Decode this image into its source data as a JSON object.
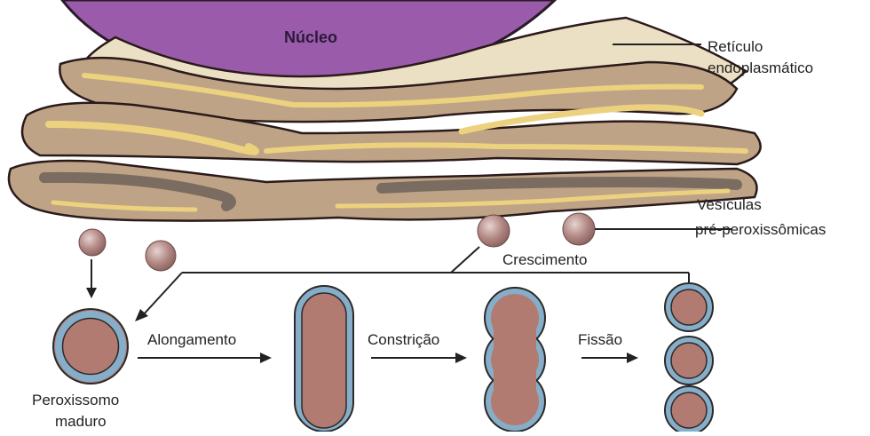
{
  "labels": {
    "nucleus": "Núcleo",
    "er_line1": "Retículo",
    "er_line2": "endoplasmático",
    "vesicles_line1": "Vesículas",
    "vesicles_line2": "pré-peroxissômicas",
    "growth": "Crescimento",
    "elongation": "Alongamento",
    "constriction": "Constrição",
    "fission": "Fissão",
    "mature_line1": "Peroxissomo",
    "mature_line2": "maduro"
  },
  "colors": {
    "nucleus": "#9b5bab",
    "er_back": "#ece0c4",
    "er_fold": "#bea386",
    "er_membrane": "#ecd27f",
    "er_lumen": "#7a6c60",
    "vesicle": "#b48a86",
    "peroxisome_body": "#b27b72",
    "peroxisome_membrane": "#87aec8"
  }
}
